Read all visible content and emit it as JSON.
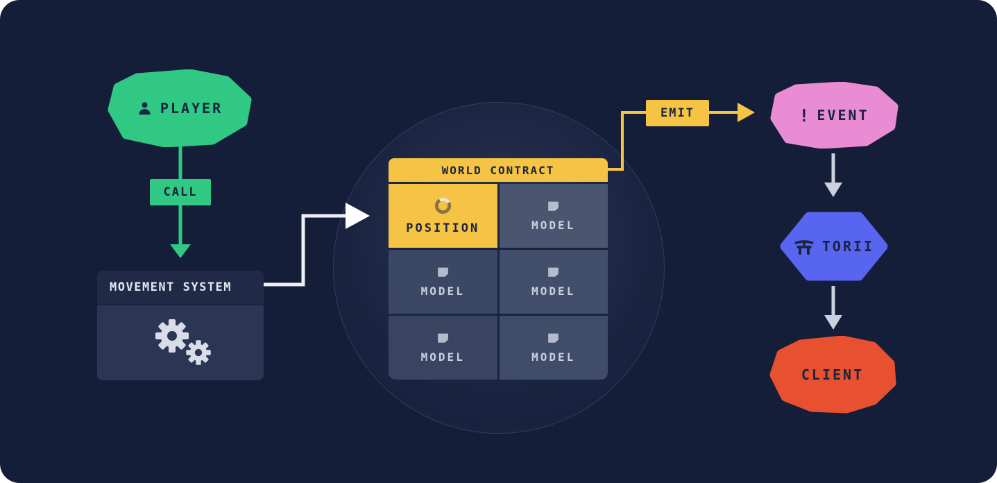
{
  "colors": {
    "background": "#151E39",
    "green": "#30C882",
    "yellow": "#F5C444",
    "pink": "#E98CD4",
    "blue": "#5865F0",
    "orange": "#E8512F",
    "ink": "#1B2440",
    "light_text": "#C9D0DE",
    "panel_header": "#202A47",
    "panel_body": "#2B3655",
    "grid_line": "#1A2340",
    "model_cell": "#3F4C6A",
    "arrow_gray": "#CBD1DD",
    "arrow_white": "#EDF0F6"
  },
  "player": {
    "label": "PLAYER",
    "icon": "person-icon"
  },
  "call": {
    "label": "CALL"
  },
  "movement_system": {
    "title": "MOVEMENT SYSTEM",
    "icon": "gears-icon"
  },
  "world_contract": {
    "title": "WORLD CONTRACT",
    "position_cell": {
      "label": "POSITION",
      "icon": "spinner-icon"
    },
    "model_cells": [
      {
        "label": "MODEL",
        "icon": "flag-icon"
      },
      {
        "label": "MODEL",
        "icon": "flag-icon"
      },
      {
        "label": "MODEL",
        "icon": "flag-icon"
      },
      {
        "label": "MODEL",
        "icon": "flag-icon"
      },
      {
        "label": "MODEL",
        "icon": "flag-icon"
      }
    ]
  },
  "emit": {
    "label": "EMIT"
  },
  "event": {
    "label": "EVENT",
    "icon_glyph": "!"
  },
  "torii": {
    "label": "TORII",
    "icon": "torii-gate-icon"
  },
  "client": {
    "label": "CLIENT"
  }
}
